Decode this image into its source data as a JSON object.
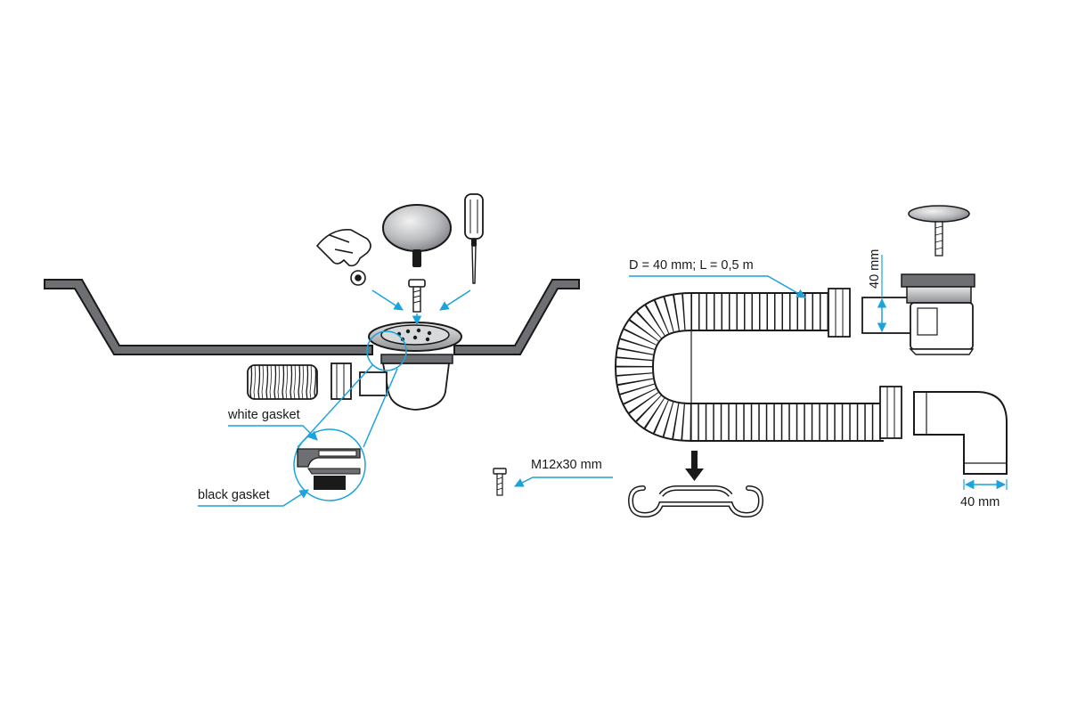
{
  "labels": {
    "white_gasket": "white gasket",
    "black_gasket": "black gasket",
    "screw_size": "M12x30 mm",
    "hose_spec": "D = 40 mm; L = 0,5 m",
    "pipe_diameter": "40 mm",
    "elbow_diameter": "40 mm"
  },
  "colors": {
    "leader": "#1aa3dc",
    "sink": "#6d6f73",
    "outline": "#1a1a1a",
    "metal": "#b5b7ba",
    "hose_fill": "#ffffff"
  }
}
